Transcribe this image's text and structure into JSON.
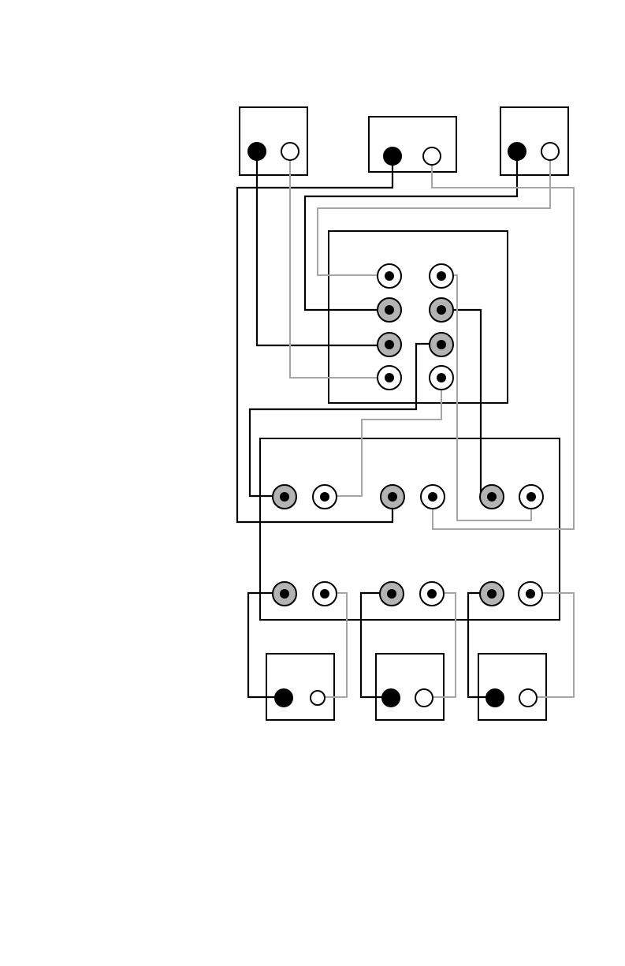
{
  "diagram": {
    "type": "wiring-diagram",
    "colors": {
      "background": "#ffffff",
      "box_outline": "#000000",
      "wire_dark": "#000000",
      "wire_light": "#a6a6a6",
      "jack_gray": "#b3b3b3",
      "jack_white": "#ffffff",
      "jack_pin": "#000000"
    },
    "components": [
      {
        "id": "source-left",
        "jacks": [
          "solid-black",
          "open-white"
        ]
      },
      {
        "id": "source-center",
        "jacks": [
          "solid-black",
          "open-white"
        ]
      },
      {
        "id": "source-right",
        "jacks": [
          "solid-black",
          "open-white"
        ]
      },
      {
        "id": "switch-box",
        "jacks": [
          "white-pin",
          "white-pin",
          "gray-pin",
          "gray-pin",
          "gray-pin",
          "gray-pin",
          "white-pin",
          "white-pin"
        ]
      },
      {
        "id": "distribution-unit",
        "jacks": [
          "gray-pin",
          "white-pin",
          "gray-pin",
          "white-pin",
          "gray-pin",
          "white-pin",
          "gray-pin",
          "white-pin",
          "gray-pin",
          "white-pin",
          "gray-pin",
          "white-pin"
        ]
      },
      {
        "id": "output-left",
        "jacks": [
          "solid-black",
          "open-white"
        ]
      },
      {
        "id": "output-center",
        "jacks": [
          "solid-black",
          "open-white"
        ]
      },
      {
        "id": "output-right",
        "jacks": [
          "solid-black",
          "open-white"
        ]
      }
    ]
  }
}
